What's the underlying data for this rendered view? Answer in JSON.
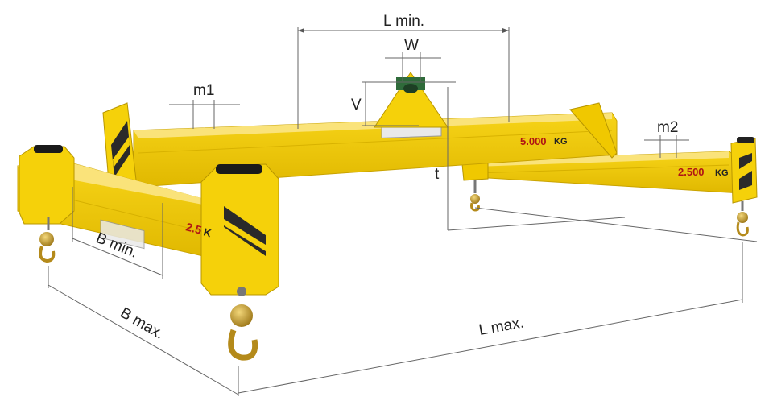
{
  "dimensions": {
    "l_min": "L min.",
    "w": "W",
    "v": "V",
    "m1": "m1",
    "m2": "m2",
    "t": "t",
    "b_min": "B min.",
    "b_max": "B max.",
    "l_max": "L max."
  },
  "capacity": {
    "main_value": "5.000",
    "main_unit": "KG",
    "side_value": "2.500",
    "side_unit": "KG",
    "front_partial": "2.5",
    "front_unit_partial": "K"
  },
  "colors": {
    "beam_yellow": "#f5d10a",
    "beam_shadow": "#d9b400",
    "hook_gold": "#c9a227",
    "eye_green": "#2f6b3a",
    "capacity_red": "#b01414"
  },
  "icons": [
    "lifting-beam-icon",
    "hook-icon",
    "lifting-eye-icon",
    "hazard-stripe-icon"
  ]
}
